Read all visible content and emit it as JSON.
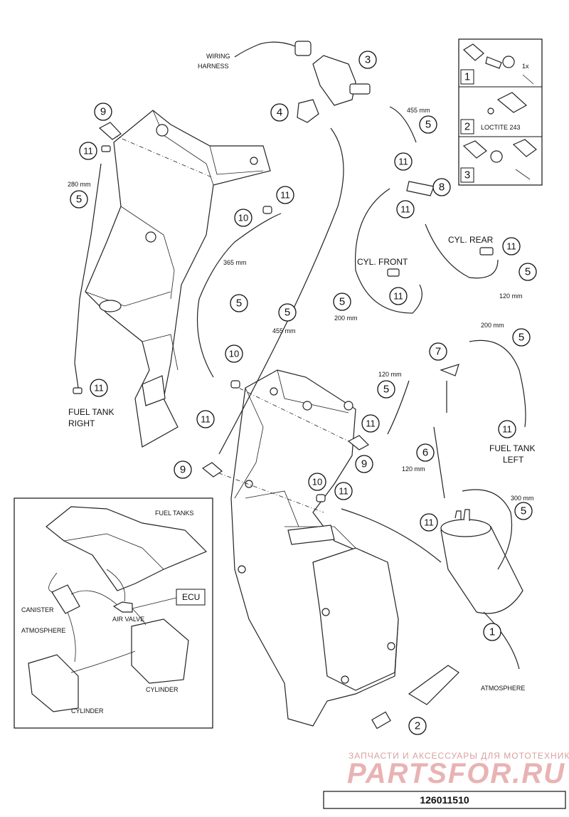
{
  "labels": {
    "wiring_harness_line1": "WIRING",
    "wiring_harness_line2": "HARNESS",
    "cyl_front": "CYL. FRONT",
    "cyl_rear": "CYL. REAR",
    "fuel_tank_right_line1": "FUEL TANK",
    "fuel_tank_right_line2": "RIGHT",
    "fuel_tank_left_line1": "FUEL TANK",
    "fuel_tank_left_line2": "LEFT",
    "atmosphere": "ATMOSPHERE",
    "loctite": "LOCTITE 243"
  },
  "lengths": {
    "hose_455_top": "455 mm",
    "hose_280": "280 mm",
    "hose_365": "365 mm",
    "hose_455_mid": "455 mm",
    "hose_200_front": "200 mm",
    "hose_120_rear": "120 mm",
    "hose_200_left": "200 mm",
    "hose_120_mid": "120 mm",
    "hose_120_six": "120 mm",
    "hose_300": "300 mm"
  },
  "callouts": {
    "n1": "1",
    "n2": "2",
    "n3": "3",
    "n4": "4",
    "n5": "5",
    "n6": "6",
    "n7": "7",
    "n8": "8",
    "n9": "9",
    "n10": "10",
    "n11": "11"
  },
  "steps": {
    "s1": "1",
    "s2": "2",
    "s3": "3",
    "one_x": "1x"
  },
  "inset": {
    "fuel_tanks": "FUEL TANKS",
    "ecu": "ECU",
    "canister": "CANISTER",
    "atmosphere": "ATMOSPHERE",
    "air_valve": "AIR VALVE",
    "cylinder_upper": "CYLINDER",
    "cylinder_lower": "CYLINDER"
  },
  "watermark": {
    "line1": "ЗАПЧАСТИ И АКСЕССУАРЫ ДЛЯ МОТОТЕХНИКИ",
    "line2": "PARTSFOR.RU"
  },
  "drawing_code": "126011510"
}
